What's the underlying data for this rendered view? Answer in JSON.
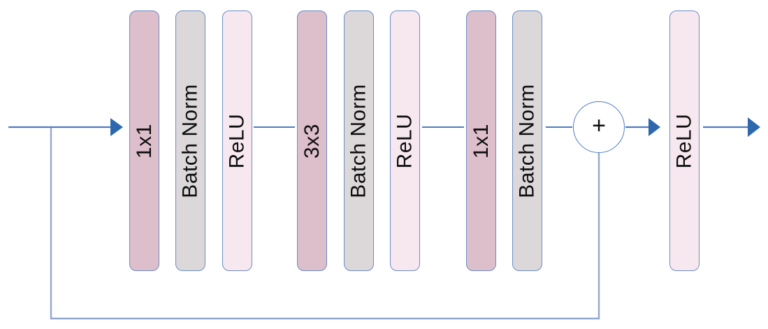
{
  "diagram": {
    "kind": "residual-bottleneck-block",
    "layers": [
      {
        "label": "1x1",
        "type": "conv"
      },
      {
        "label": "Batch Norm",
        "type": "bn"
      },
      {
        "label": "ReLU",
        "type": "relu"
      },
      {
        "label": "3x3",
        "type": "conv"
      },
      {
        "label": "Batch Norm",
        "type": "bn"
      },
      {
        "label": "ReLU",
        "type": "relu"
      },
      {
        "label": "1x1",
        "type": "conv"
      },
      {
        "label": "Batch Norm",
        "type": "bn"
      },
      {
        "label": "ReLU",
        "type": "relu"
      }
    ],
    "sum_node": {
      "label": "+"
    },
    "colors": {
      "conv_fill": "#ddbecb",
      "bn_fill": "#dcd8d9",
      "relu_fill": "#f6e8ee",
      "bar_border": "#6c8bc6",
      "flow_line": "#4d7cc2",
      "skip_line": "#92a7cf",
      "arrowhead": "#2d68ae",
      "text": "#0e0e0e",
      "background": "#ffffff"
    }
  }
}
